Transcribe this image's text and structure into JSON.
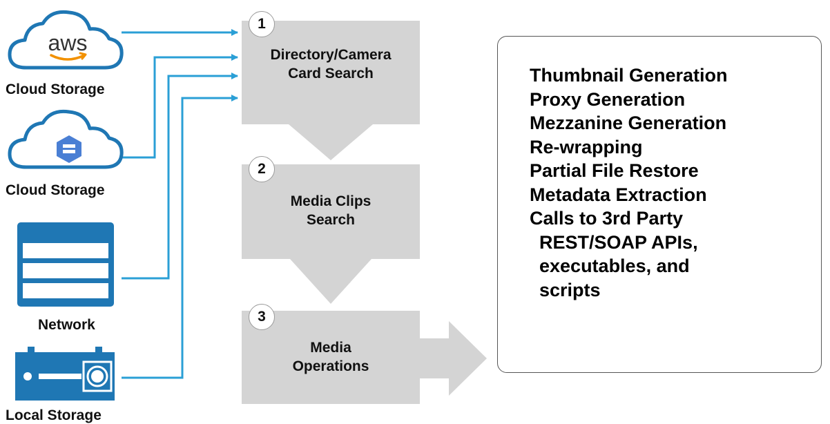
{
  "sources": [
    {
      "label": "Cloud Storage",
      "icon": "aws-cloud-icon",
      "logo_text": "aws"
    },
    {
      "label": "Cloud Storage",
      "icon": "google-cloud-icon"
    },
    {
      "label": "Network",
      "icon": "network-server-icon"
    },
    {
      "label": "Local Storage",
      "icon": "local-drive-icon"
    }
  ],
  "steps": [
    {
      "number": "1",
      "line1": "Directory/Camera",
      "line2": "Card Search"
    },
    {
      "number": "2",
      "line1": "Media Clips",
      "line2": "Search"
    },
    {
      "number": "3",
      "line1": "Media",
      "line2": "Operations"
    }
  ],
  "operations": [
    "Thumbnail Generation",
    "Proxy Generation",
    "Mezzanine Generation",
    "Re-wrapping",
    "Partial File Restore",
    "Metadata Extraction",
    "Calls to 3rd Party",
    "REST/SOAP APIs,",
    "executables, and",
    "scripts"
  ],
  "colors": {
    "connector": "#2a9fd6",
    "step_fill": "#d4d4d4",
    "icon_blue": "#1f77b4",
    "aws_orange": "#f29100",
    "gcp_blue": "#4a7fd4"
  }
}
